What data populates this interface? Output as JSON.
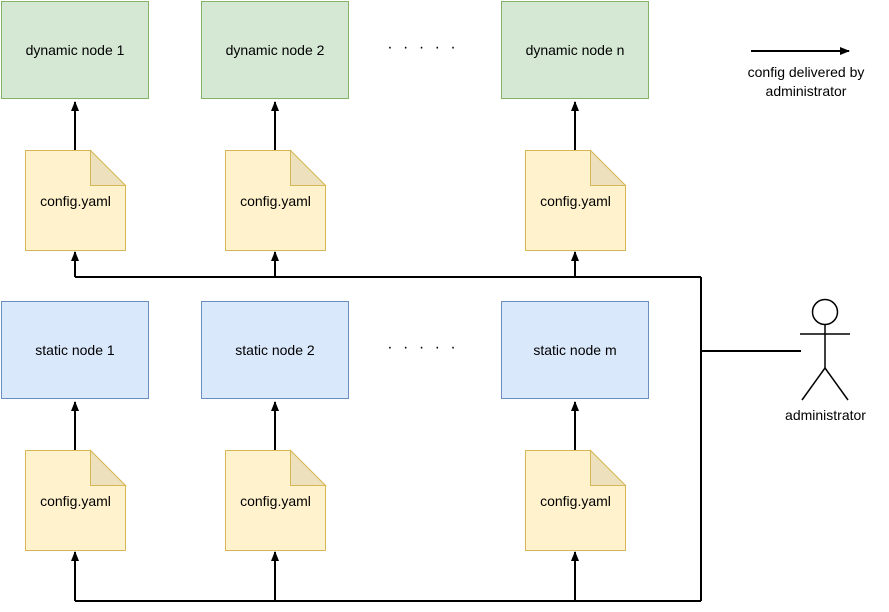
{
  "dynamic_nodes": [
    "dynamic node 1",
    "dynamic node 2",
    "dynamic node n"
  ],
  "static_nodes": [
    "static node 1",
    "static node 2",
    "static node m"
  ],
  "config_label": "config.yaml",
  "ellipsis": "· · · · ·",
  "legend": {
    "label": "config delivered by administrator"
  },
  "actor": {
    "label": "administrator"
  },
  "colors": {
    "dynamic_fill": "#d5e8d4",
    "dynamic_stroke": "#82b366",
    "static_fill": "#dae8fc",
    "static_stroke": "#6c8ebf",
    "config_fill": "#fff2cc",
    "config_stroke": "#d6b656"
  }
}
